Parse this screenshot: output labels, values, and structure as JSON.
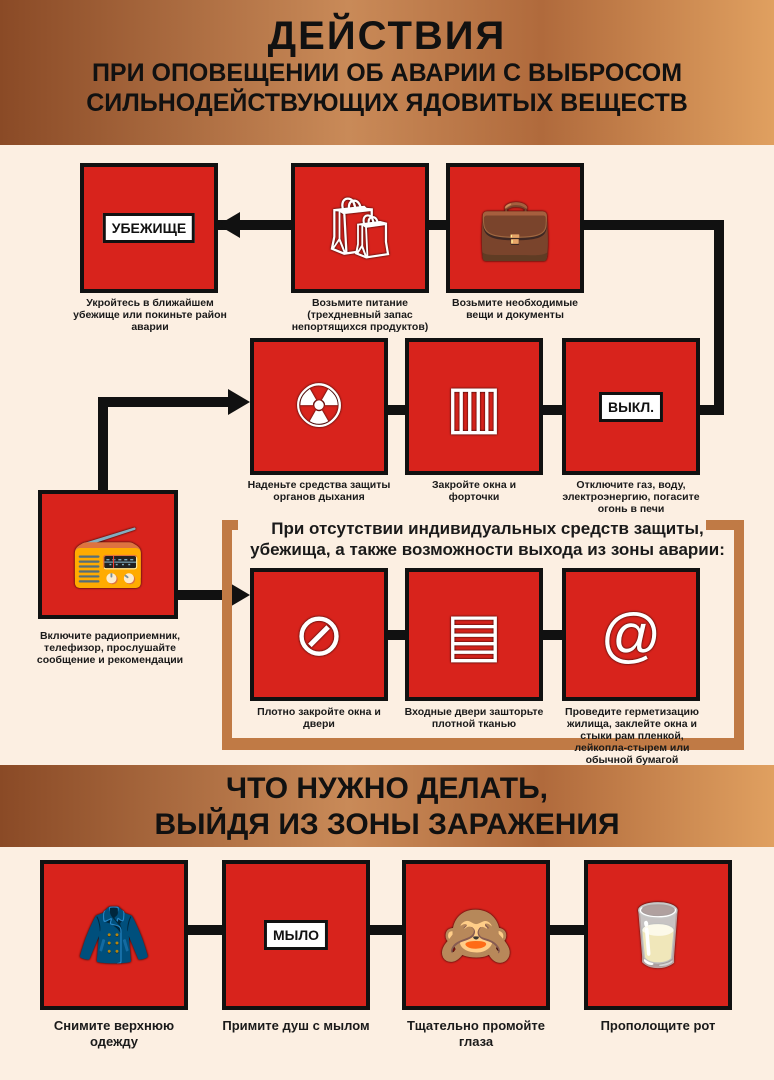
{
  "header": {
    "title": "ДЕЙСТВИЯ",
    "subtitle_line1": "ПРИ ОПОВЕЩЕНИИ ОБ АВАРИИ С ВЫБРОСОМ",
    "subtitle_line2": "СИЛЬНОДЕЙСТВУЮЩИХ ЯДОВИТЫХ ВЕЩЕСТВ"
  },
  "row1": [
    {
      "label": "УБЕЖИЩЕ",
      "caption": "Укройтесь в ближайшем убежище или покиньте район аварии"
    },
    {
      "caption": "Возьмите питание (трехдневный запас непортящихся продуктов)"
    },
    {
      "caption": "Возьмите необходимые вещи и документы"
    }
  ],
  "row2": [
    {
      "caption": "Наденьте средства защиты органов дыхания"
    },
    {
      "caption": "Закройте окна и форточки"
    },
    {
      "label": "ВЫКЛ.",
      "caption": "Отключите газ, воду, электроэнергию, погасите огонь в печи"
    }
  ],
  "radio": {
    "caption": "Включите радиоприемник, телефизор, прослушайте сообщение и рекомендации"
  },
  "note": "При отсутствии индивидуальных средств защиты, убежища, а также возможности выхода из зоны аварии:",
  "row3": [
    {
      "caption": "Плотно закройте окна и двери"
    },
    {
      "caption": "Входные двери зашторьте плотной тканью"
    },
    {
      "caption": "Проведите герметизацию жилища, заклейте окна и стыки рам пленкой, лейкопла-стырем или обычной бумагой"
    }
  ],
  "section2": {
    "line1": "ЧТО НУЖНО ДЕЛАТЬ,",
    "line2": "ВЫЙДЯ ИЗ ЗОНЫ ЗАРАЖЕНИЯ"
  },
  "row4": [
    {
      "caption": "Снимите верхнюю одежду"
    },
    {
      "label": "МЫЛО",
      "caption": "Примите душ с мылом"
    },
    {
      "caption": "Тщательно промойте глаза"
    },
    {
      "caption": "Прополощите рот"
    }
  ]
}
